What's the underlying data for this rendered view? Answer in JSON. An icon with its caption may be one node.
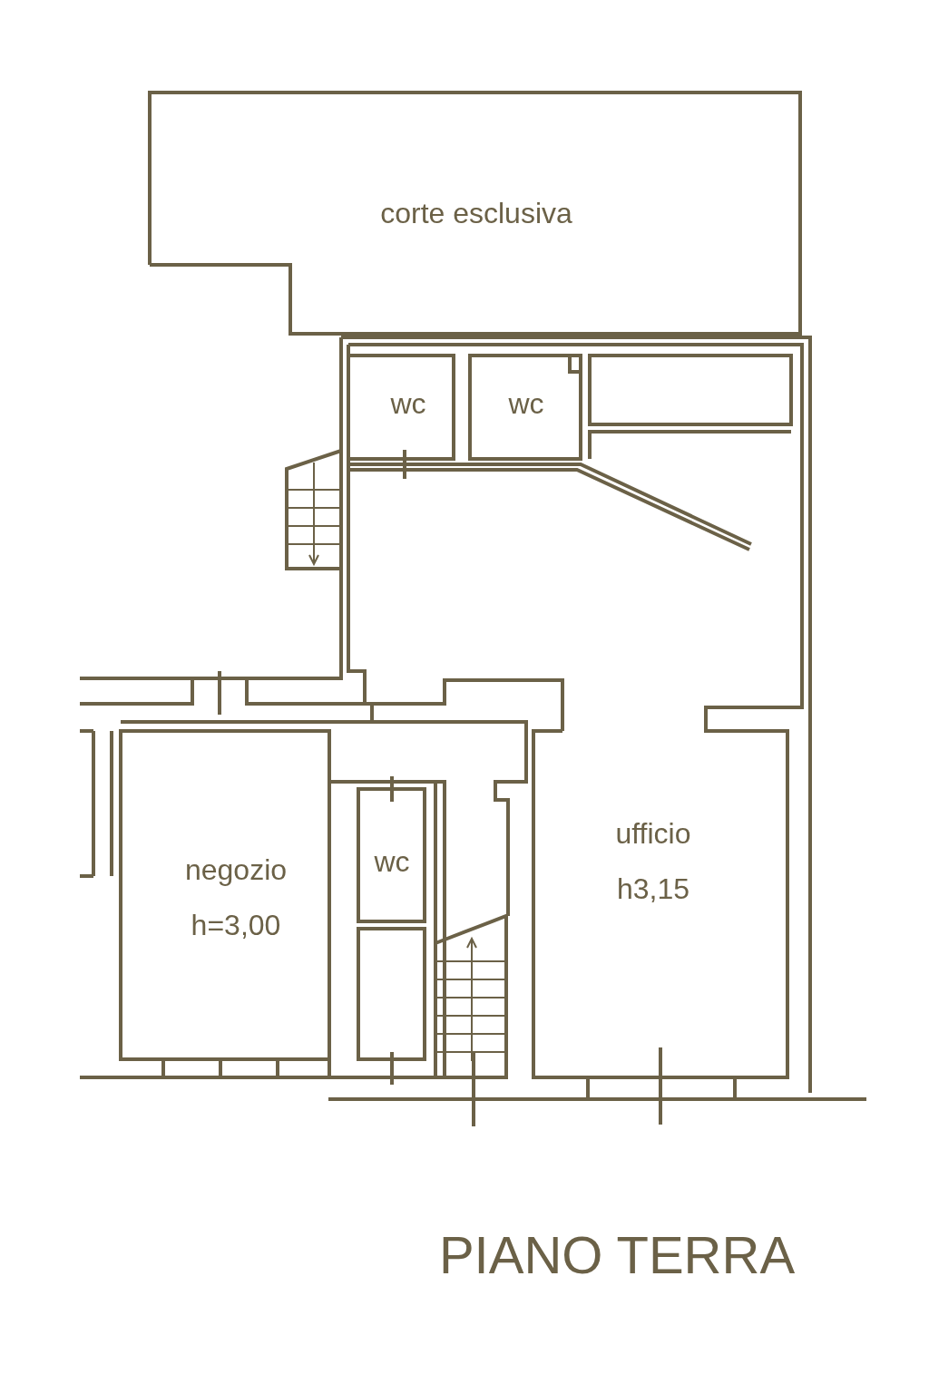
{
  "diagram": {
    "title": "PIANO TERRA",
    "nodes": [
      {
        "text": [
          "corte esclusiva"
        ]
      },
      {
        "text": [
          "wc"
        ]
      },
      {
        "text": [
          "wc"
        ]
      },
      {
        "text": [
          "wc"
        ]
      },
      {
        "text": [
          "negozio",
          "h=3,00"
        ]
      },
      {
        "text": [
          "ufficio",
          "h3,15"
        ]
      }
    ]
  }
}
